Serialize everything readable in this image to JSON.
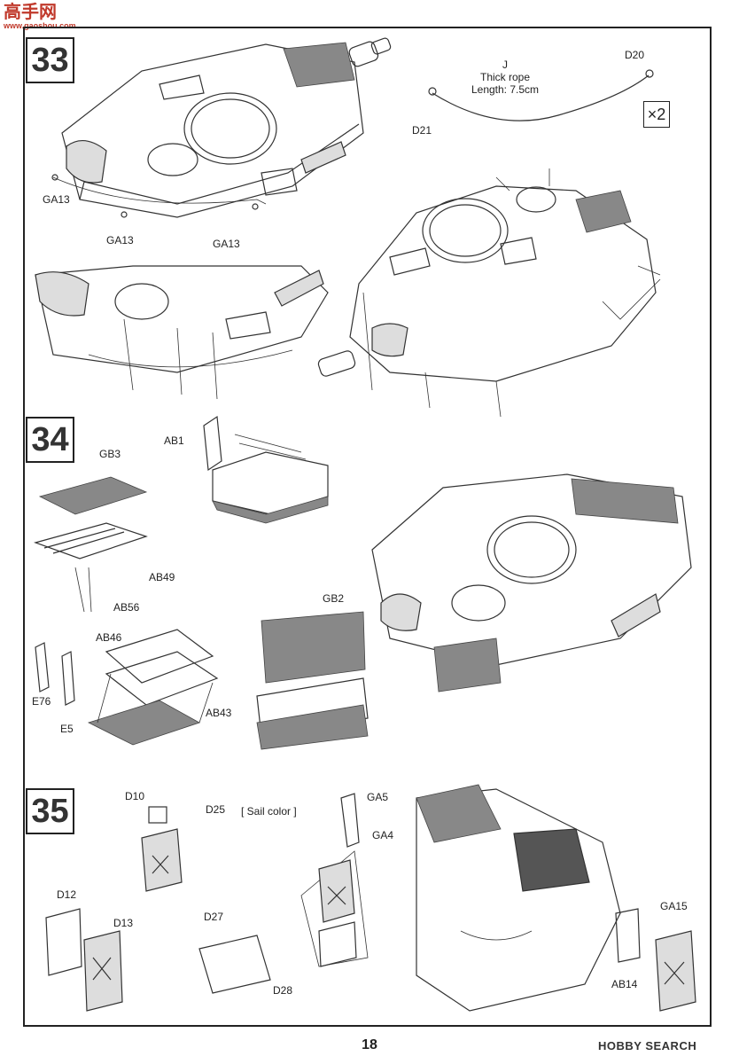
{
  "watermark": {
    "title": "高手网",
    "url": "www.gaoshou.com"
  },
  "steps": {
    "s33": "33",
    "s34": "34",
    "s35": "35"
  },
  "parts": {
    "j_code": "J",
    "j_name": "Thick rope",
    "j_length": "Length: 7.5cm",
    "d20": "D20",
    "d21": "D21",
    "multiplier": "×2",
    "ga13_a": "GA13",
    "ga13_b": "GA13",
    "ga13_c": "GA13",
    "ab1": "AB1",
    "gb3": "GB3",
    "ab49": "AB49",
    "ab56": "AB56",
    "ab46": "AB46",
    "e76": "E76",
    "e5": "E5",
    "ab43": "AB43",
    "gb2": "GB2",
    "d10": "D10",
    "d25": "D25",
    "sail_color": "[ Sail color ]",
    "ga5": "GA5",
    "ga4": "GA4",
    "d12": "D12",
    "d13": "D13",
    "d27": "D27",
    "d28": "D28",
    "ga15": "GA15",
    "ab14": "AB14"
  },
  "footer": {
    "page_number": "18",
    "logo": "HOBBY SEARCH"
  }
}
